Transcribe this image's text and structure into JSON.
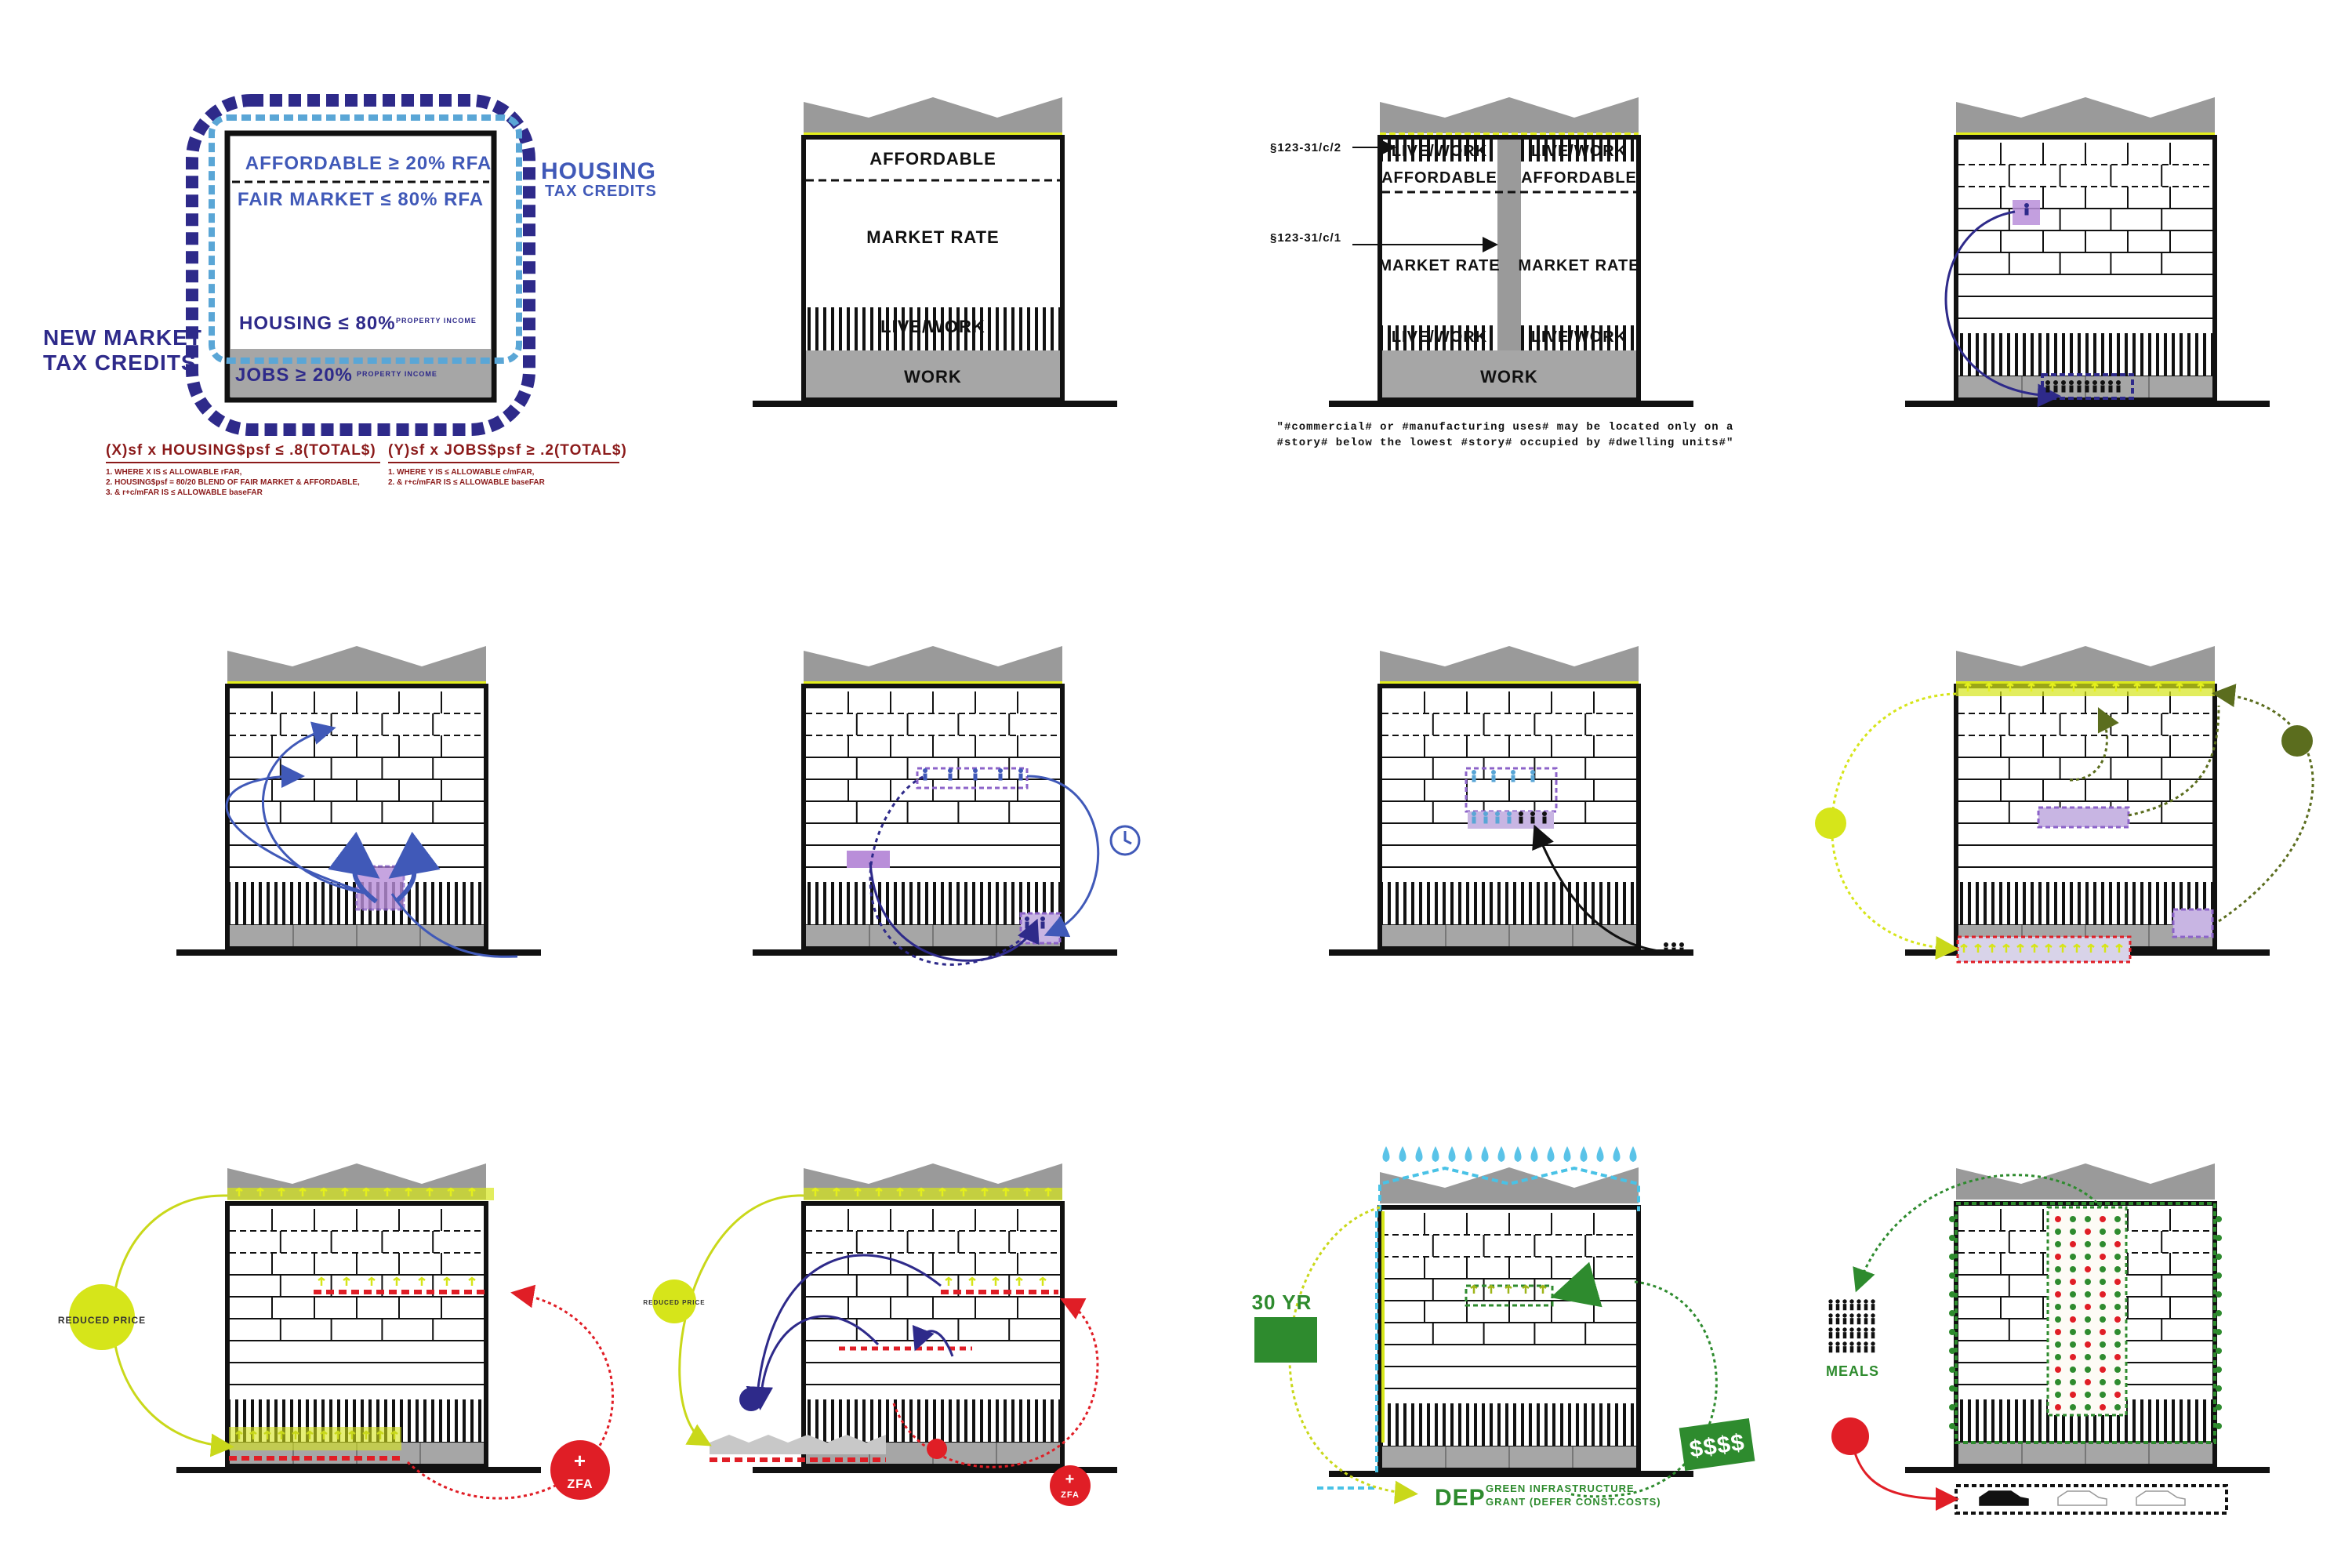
{
  "colors": {
    "roof": "#9a9a9a",
    "base": "#a6a6a6",
    "ink": "#111111",
    "yellow_line": "#e4ef1c",
    "navy": "#2e2a8a",
    "blue": "#4059b8",
    "lightblue": "#5aa6d6",
    "violet": "#8c63c9",
    "red": "#e01e26",
    "darkred": "#8b1a1a",
    "lime": "#d6e51a",
    "olive": "#5b6d1e",
    "green": "#2e8b2e",
    "cyan": "#49c2e6"
  },
  "panel1": {
    "affordable": "AFFORDABLE ≥ 20% RFA",
    "fair_market": "FAIR MARKET ≤ 80% RFA",
    "housing": "HOUSING ≤ 80%",
    "jobs": "JOBS ≥ 20%",
    "property_income": "PROPERTY INCOME",
    "housing_credit_title": "HOUSING",
    "housing_credit_sub": "TAX CREDITS",
    "nmtc_line1": "NEW MARKET",
    "nmtc_line2": "TAX CREDITS",
    "formula_left": "(X)sf x HOUSING$psf ≤ .8(TOTAL$)",
    "formula_right": "(Y)sf x JOBS$psf ≥ .2(TOTAL$)",
    "notes_left": [
      "1. WHERE X IS ≤ ALLOWABLE rFAR,",
      "2. HOUSING$psf = 80/20 BLEND OF FAIR MARKET & AFFORDABLE,",
      "3. & r+c/mFAR IS ≤ ALLOWABLE baseFAR"
    ],
    "notes_right": [
      "1. WHERE Y IS ≤ ALLOWABLE c/mFAR,",
      "2. & r+c/mFAR IS ≤ ALLOWABLE baseFAR"
    ]
  },
  "panel2": {
    "affordable": "AFFORDABLE",
    "market_rate": "MARKET RATE",
    "live_work": "LIVE/WORK",
    "work": "WORK"
  },
  "panel3": {
    "section_c2": "§123-31/c/2",
    "section_c1": "§123-31/c/1",
    "live_work": "LIVE/WORK",
    "affordable": "AFFORDABLE",
    "market_rate": "MARKET RATE",
    "work": "WORK",
    "quote_line1": "\"#commercial# or #manufacturing uses# may be located only on a",
    "quote_line2": "#story# below the lowest #story# occupied by #dwelling units#\""
  },
  "panel9": {
    "reduced_price": "REDUCED PRICE",
    "zfa": "ZFA",
    "plus": "+"
  },
  "panel10": {
    "reduced_price": "REDUCED PRICE",
    "zfa": "ZFA",
    "plus": "+"
  },
  "panel11": {
    "years": "30 YR",
    "dollars": "$$$$",
    "dep": "DEP",
    "grant_line1": "GREEN INFRASTRUCTURE",
    "grant_line2": "GRANT (DEFER CONST.COSTS)"
  },
  "panel12": {
    "meals": "MEALS"
  }
}
